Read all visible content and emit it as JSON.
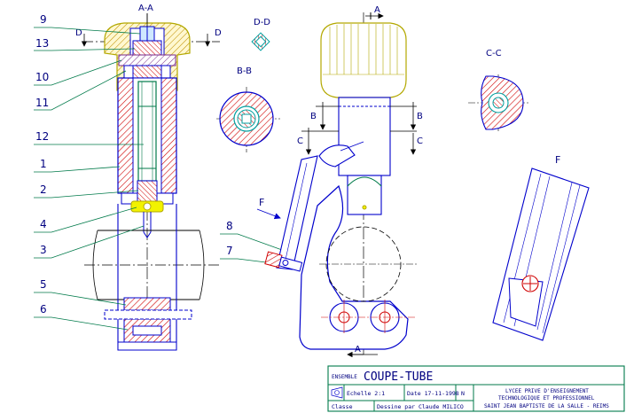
{
  "drawing": {
    "part_labels": [
      "9",
      "13",
      "10",
      "11",
      "12",
      "1",
      "2",
      "4",
      "3",
      "5",
      "6",
      "8",
      "7"
    ],
    "section_labels": {
      "aa": "A-A",
      "dd": "D-D",
      "bb": "B-B",
      "cc": "C-C",
      "f_view": "F",
      "f_arrow": "F",
      "a_top": "A",
      "a_bottom": "A",
      "d_left": "D",
      "d_right": "D",
      "b_left": "B",
      "b_right": "B",
      "c_left": "C",
      "c_right": "C"
    }
  },
  "title_block": {
    "ensemble_label": "ENSEMBLE",
    "title": "COUPE-TUBE",
    "scale": "Echelle 2:1",
    "date": "Date 17-11-1998",
    "sheet_mark": "N",
    "school_line1": "LYCEE PRIVE D'ENSEIGNEMENT",
    "school_line2": "TECHNOLOGIQUE ET PROFESSIONNEL",
    "school_line3": "SAINT JEAN BAPTISTE DE LA SALLE - REIMS",
    "class_label": "Classe",
    "drawn_by": "Dessine par Claude MILICO"
  },
  "colors": {
    "outline": "#0000cc",
    "hatch": "#d00000",
    "leader": "#007a4a",
    "knob": "#b3a800",
    "axis": "#000000",
    "part_fill": "#d8d8d8",
    "highlight": "#f2f200",
    "cyan": "#00a0a0",
    "label": "#000080"
  }
}
